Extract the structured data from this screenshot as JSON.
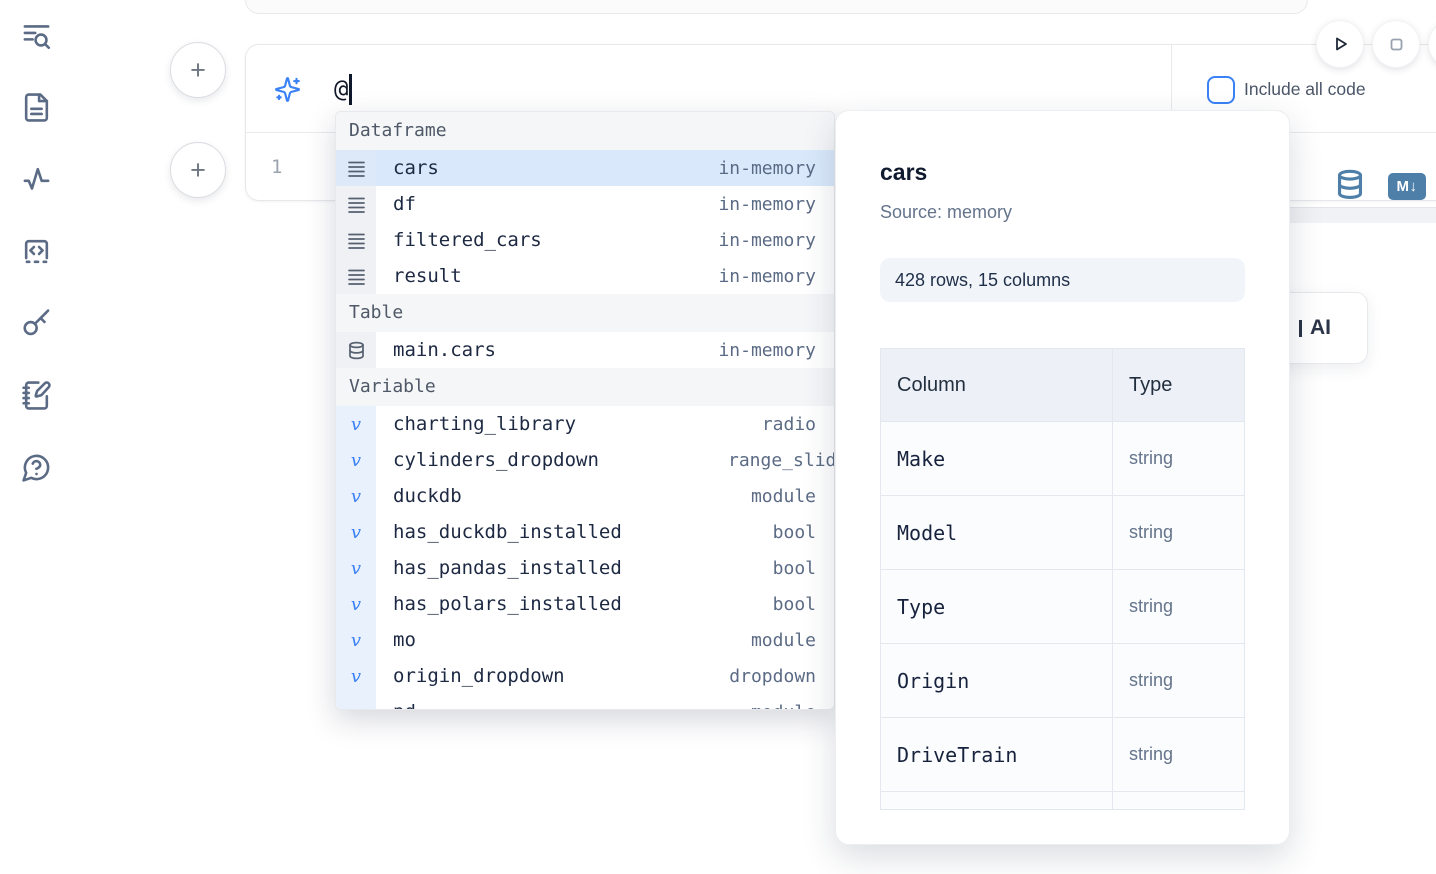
{
  "colors": {
    "accent_blue": "#3b82f6",
    "steel_blue": "#4d7fa9",
    "selected_row_bg": "#d9e9fb",
    "sidebar_icon": "#5b6b85"
  },
  "sidebar": {
    "items": [
      {
        "icon": "text-search-icon"
      },
      {
        "icon": "file-text-icon"
      },
      {
        "icon": "activity-icon"
      },
      {
        "icon": "code-snippet-icon"
      },
      {
        "icon": "key-icon"
      },
      {
        "icon": "notebook-pen-icon"
      },
      {
        "icon": "chat-question-icon"
      }
    ]
  },
  "cell_controls": {
    "add_cell_label": "+",
    "run_button_icon": "play-icon",
    "stop_button_icon": "stop-icon"
  },
  "ai_cell": {
    "prompt_value": "@",
    "include_all_code_label": "Include all code",
    "include_all_code_checked": false,
    "line_number": "1",
    "markdown_badge_label": "M↓"
  },
  "autocomplete": {
    "sections": [
      {
        "label": "Dataframe",
        "items": [
          {
            "name": "cars",
            "type": "in-memory",
            "icon": "dataframe-icon",
            "selected": true
          },
          {
            "name": "df",
            "type": "in-memory",
            "icon": "dataframe-icon"
          },
          {
            "name": "filtered_cars",
            "type": "in-memory",
            "icon": "dataframe-icon"
          },
          {
            "name": "result",
            "type": "in-memory",
            "icon": "dataframe-icon"
          }
        ]
      },
      {
        "label": "Table",
        "items": [
          {
            "name": "main.cars",
            "type": "in-memory",
            "icon": "database-icon"
          }
        ]
      },
      {
        "label": "Variable",
        "items": [
          {
            "name": "charting_library",
            "type": "radio",
            "icon": "variable-icon"
          },
          {
            "name": "cylinders_dropdown",
            "type": "range_slider",
            "icon": "variable-icon",
            "type_clipped": true
          },
          {
            "name": "duckdb",
            "type": "module",
            "icon": "variable-icon"
          },
          {
            "name": "has_duckdb_installed",
            "type": "bool",
            "icon": "variable-icon"
          },
          {
            "name": "has_pandas_installed",
            "type": "bool",
            "icon": "variable-icon"
          },
          {
            "name": "has_polars_installed",
            "type": "bool",
            "icon": "variable-icon"
          },
          {
            "name": "mo",
            "type": "module",
            "icon": "variable-icon"
          },
          {
            "name": "origin_dropdown",
            "type": "dropdown",
            "icon": "variable-icon"
          },
          {
            "name": "pd",
            "type": "module",
            "icon": "variable-icon",
            "partially_visible": true
          }
        ]
      }
    ]
  },
  "preview_panel": {
    "title": "cars",
    "source": "Source: memory",
    "shape_badge": "428 rows, 15 columns",
    "schema_table": {
      "headers": [
        "Column",
        "Type"
      ],
      "rows": [
        [
          "Make",
          "string"
        ],
        [
          "Model",
          "string"
        ],
        [
          "Type",
          "string"
        ],
        [
          "Origin",
          "string"
        ],
        [
          "DriveTrain",
          "string"
        ]
      ]
    }
  },
  "ai_button": {
    "visible_label": "AI"
  }
}
